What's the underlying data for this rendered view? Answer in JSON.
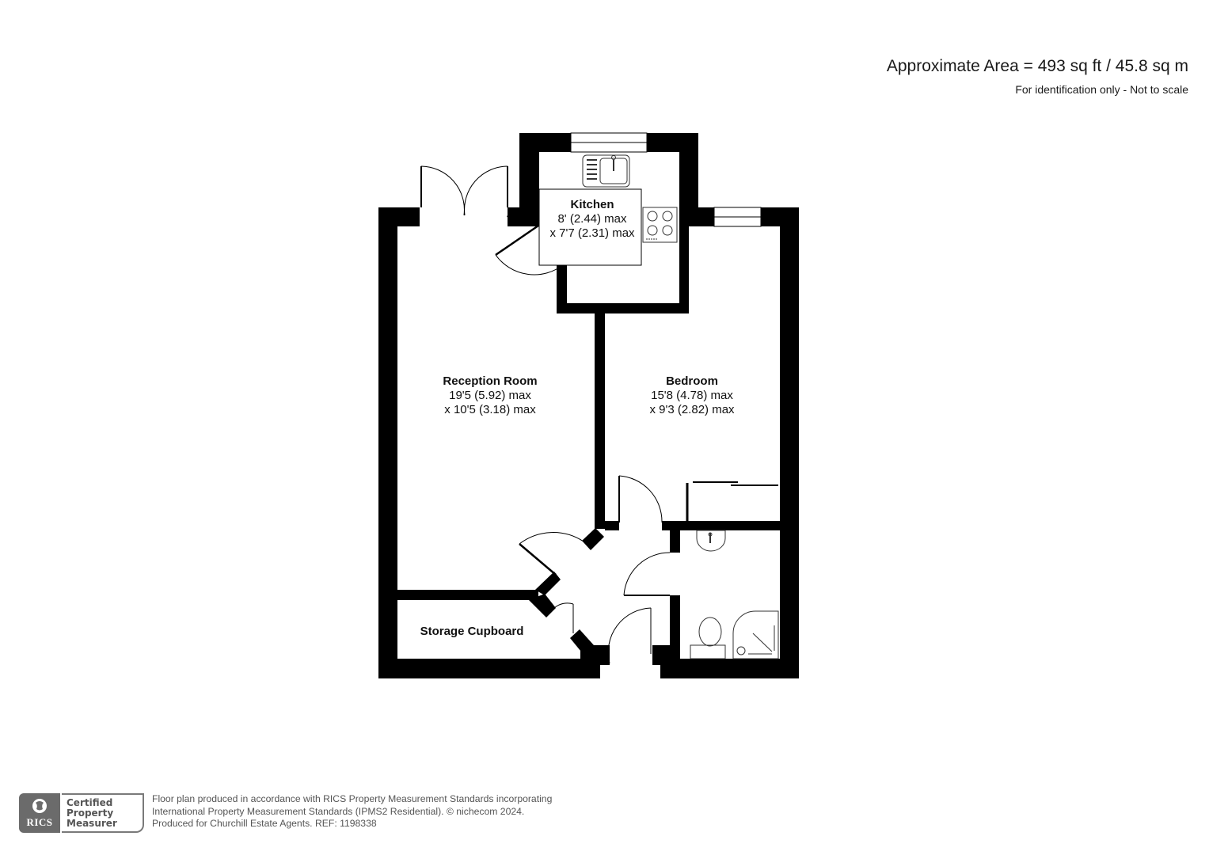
{
  "header": {
    "area": "Approximate Area = 493 sq ft / 45.8 sq m",
    "disclaimer": "For identification only - Not to scale"
  },
  "rooms": {
    "kitchen": {
      "name": "Kitchen",
      "dim1": "8' (2.44) max",
      "dim2": "x 7'7 (2.31) max"
    },
    "reception": {
      "name": "Reception Room",
      "dim1": "19'5 (5.92) max",
      "dim2": "x 10'5 (3.18) max"
    },
    "bedroom": {
      "name": "Bedroom",
      "dim1": "15'8 (4.78) max",
      "dim2": "x 9'3 (2.82) max"
    },
    "storage": {
      "name": "Storage Cupboard"
    }
  },
  "fixtures": [
    "sink-icon",
    "hob-icon",
    "basin-icon",
    "toilet-icon",
    "shower-icon",
    "wardrobe-icon"
  ],
  "footer": {
    "badge_org": "RICS",
    "badge_line1": "Certified",
    "badge_line2": "Property",
    "badge_line3": "Measurer",
    "line1": "Floor plan produced in accordance with RICS Property Measurement Standards incorporating",
    "line2": "International Property Measurement Standards (IPMS2 Residential).   © nichecom 2024.",
    "line3": "Produced for Churchill Estate Agents.   REF: 1198338"
  },
  "colors": {
    "wall": "#000000",
    "background": "#ffffff",
    "badge": "#6b6b6b",
    "footer_text": "#555555"
  }
}
